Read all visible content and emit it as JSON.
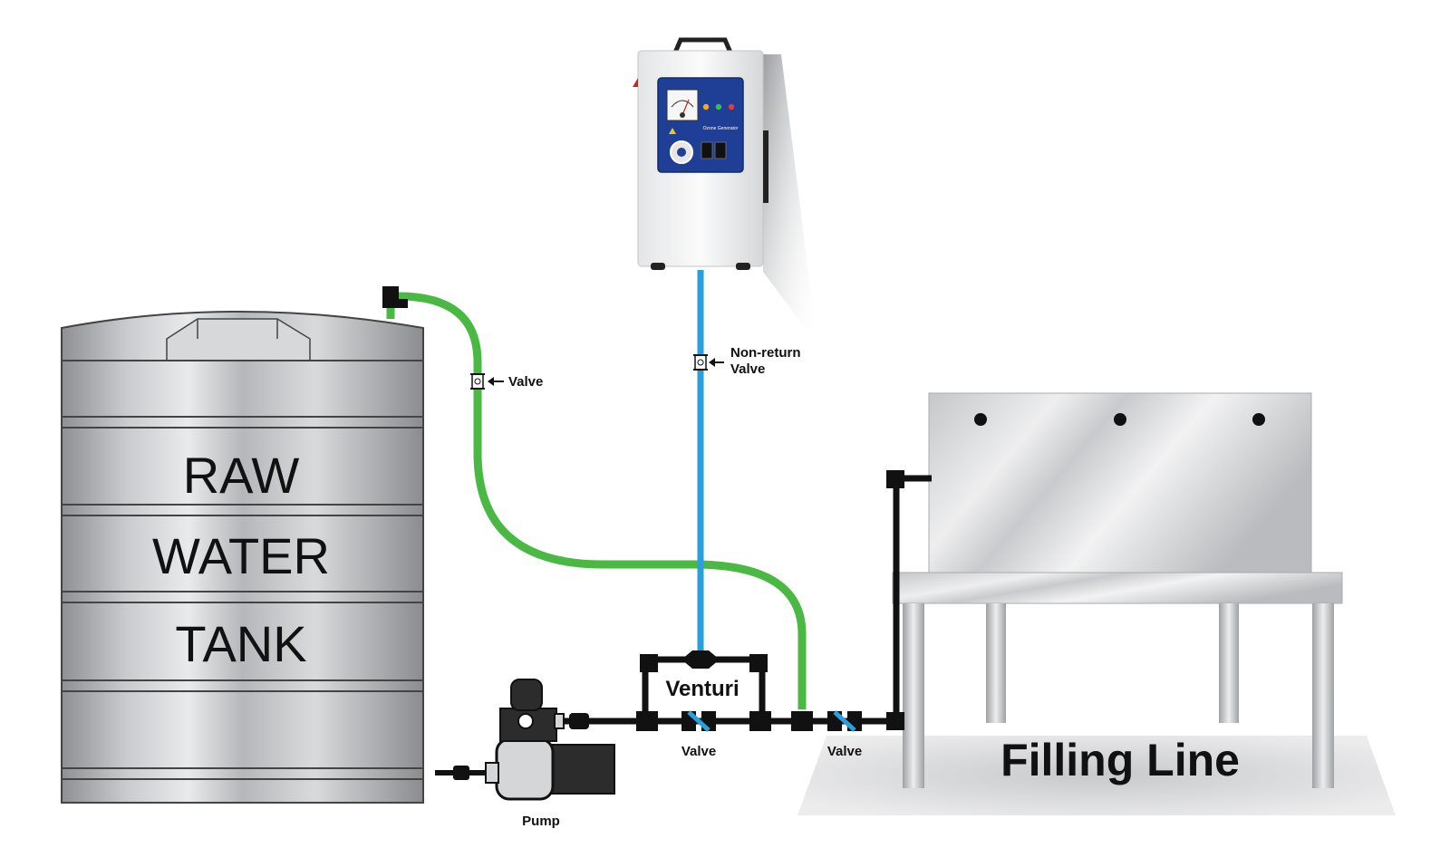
{
  "diagram": {
    "tank": {
      "line1": "RAW",
      "line2": "WATER",
      "line3": "TANK"
    },
    "filling_line": {
      "label": "Filling Line"
    },
    "venturi": {
      "label": "Venturi"
    },
    "pump": {
      "label": "Pump"
    },
    "labels": {
      "valve_return": "Valve",
      "non_return_line1": "Non-return",
      "non_return_line2": "Valve",
      "valve_main_1": "Valve",
      "valve_main_2": "Valve"
    },
    "generator_panel": {
      "title": "Ozone Generator"
    },
    "colors": {
      "pipe_main": "#111111",
      "return_hose": "#4ab944",
      "ozone_tube": "#2a9fdb",
      "panel": "#1f3f96",
      "tank_steel": "#b8babd"
    }
  }
}
